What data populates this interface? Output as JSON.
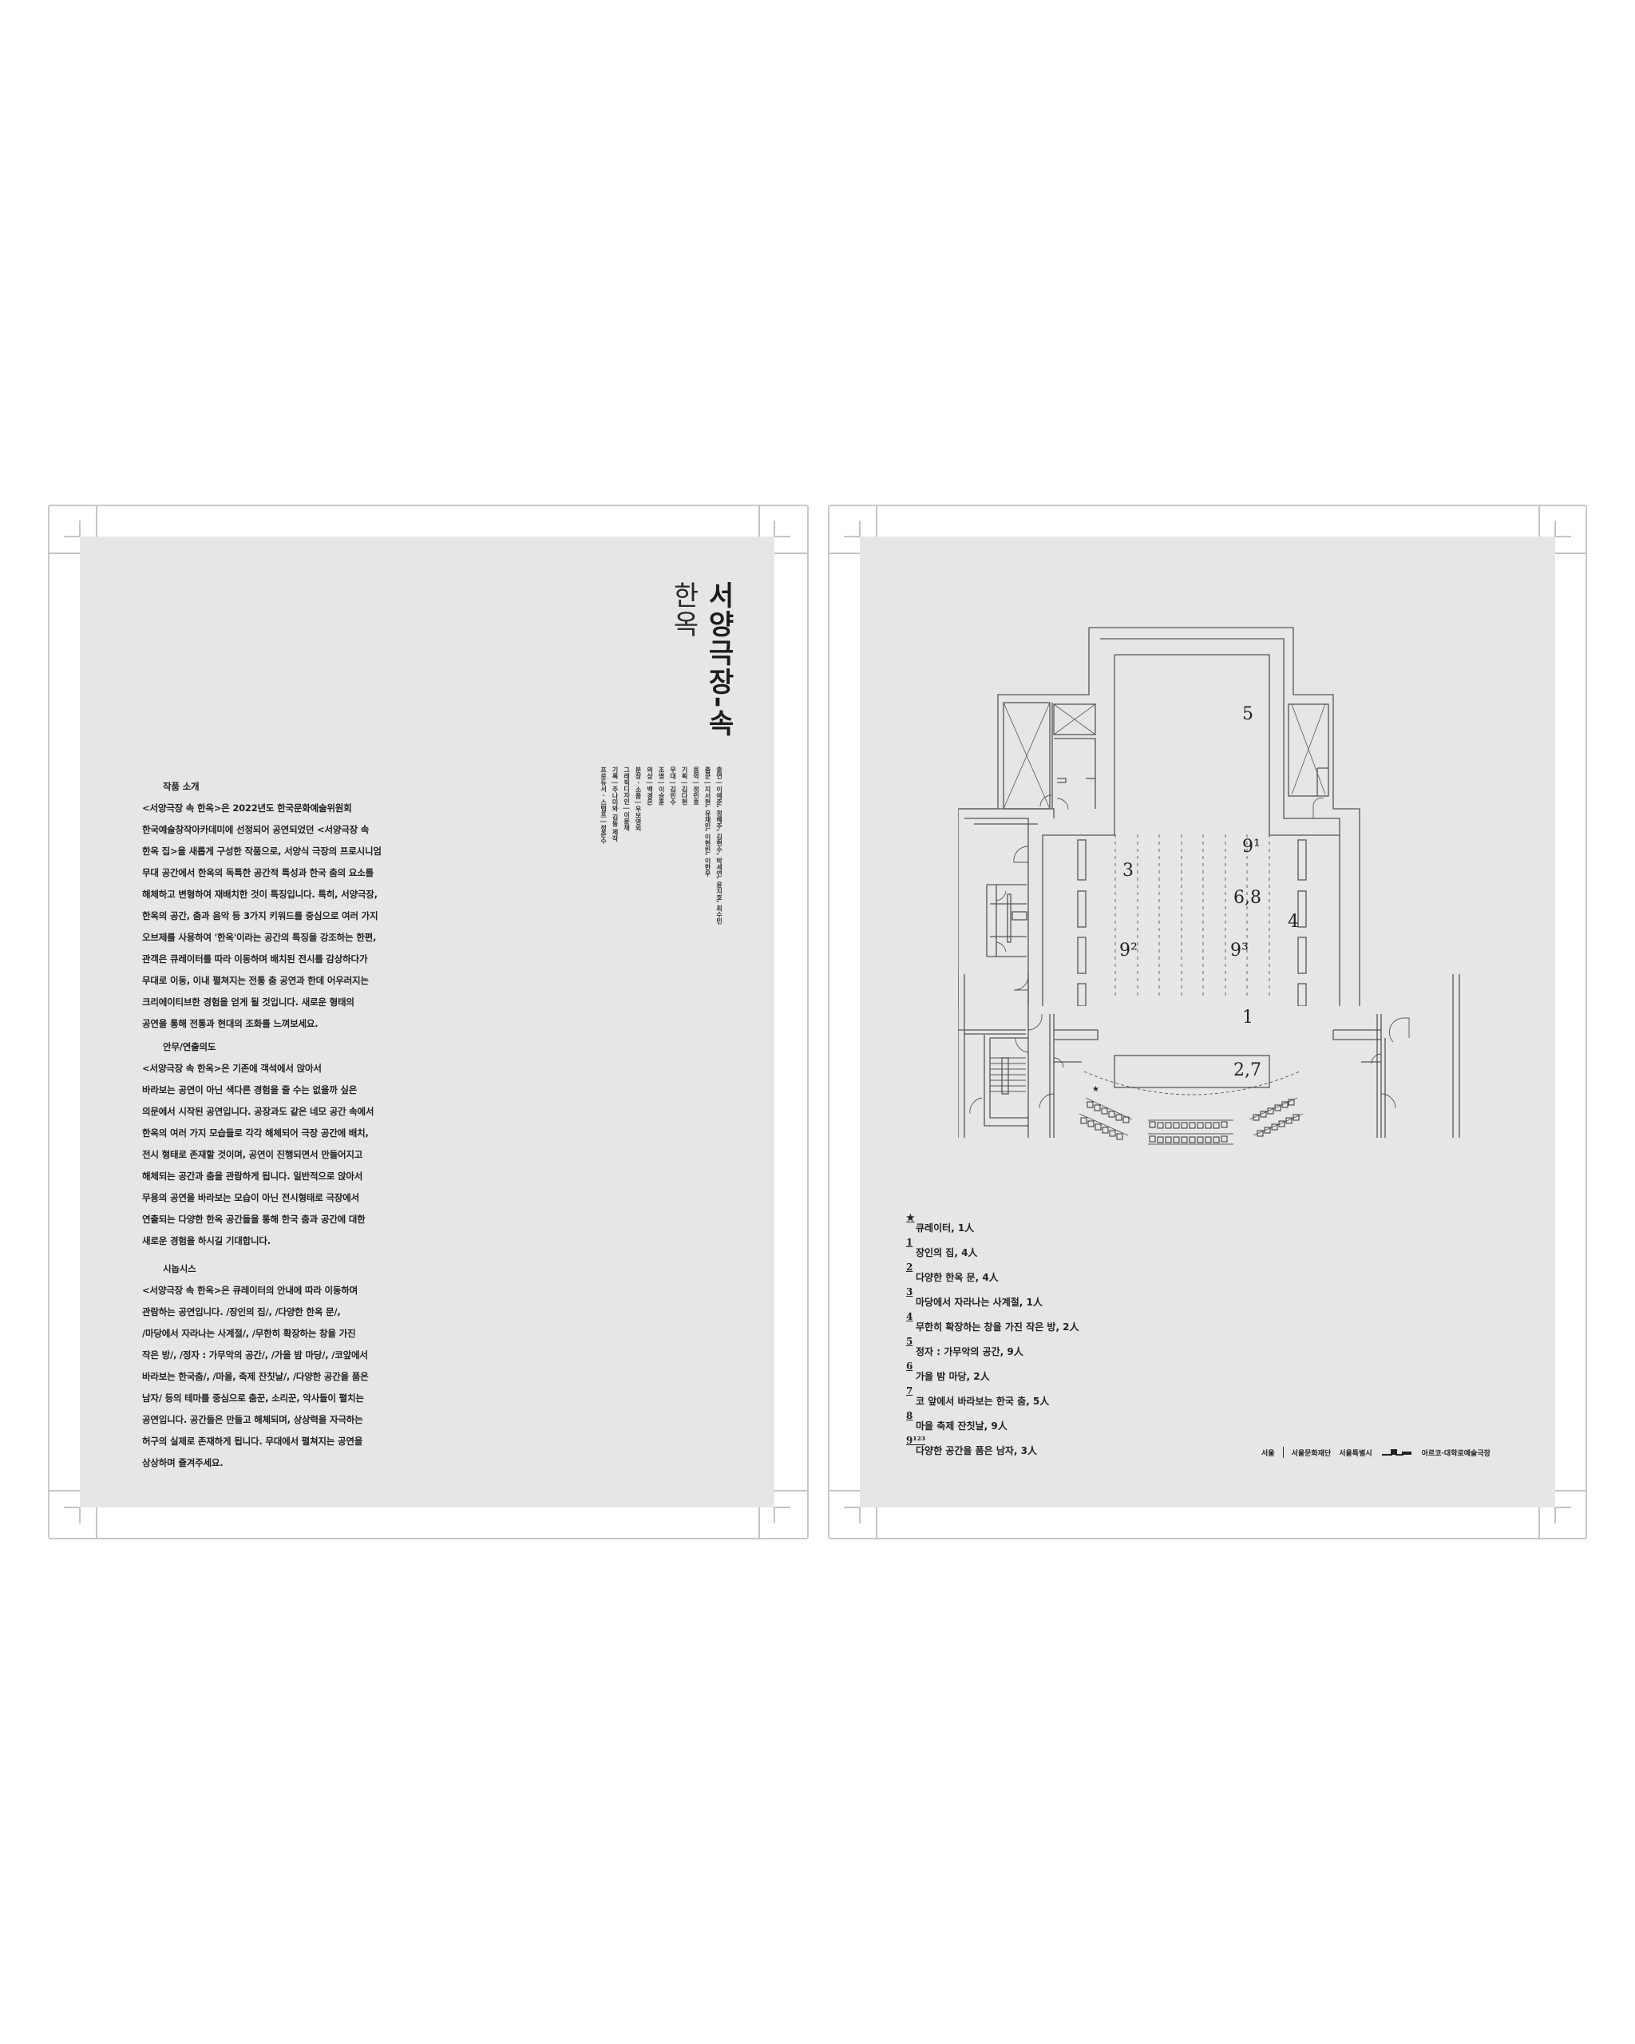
{
  "left_page": {
    "title": "서양극장-속",
    "subtitle": "한옥",
    "credits": [
      "출연 | 이예준, 정혜주, 김현수, 박세연, 윤지호, 최수민",
      "춤꾼 | 지서현, 유채민, 이현빈, 이한우",
      "음악 | 정민호",
      "기획 | 김다현",
      "무대 | 김민수",
      "조명 | 이승훈",
      "의상 | 백경은",
      "분장 · 소품 | 우보영외",
      "그래픽디자인 | 이윤채",
      "기록 | 주나미와 김동 제작",
      "프로듀서 · 스탭프 | 정준수"
    ],
    "sections": [
      {
        "heading": "작품 소개",
        "lines": [
          "<서양극장 속 한옥>은 2022년도 한국문화예술위원회",
          "한국예술창작아카데미에 선정되어 공연되었던 <서양극장 속",
          "한옥 집>을 새롭게 구성한 작품으로, 서양식 극장의 프로시니엄",
          "무대 공간에서 한옥의 독특한 공간적 특성과 한국 춤의 요소를",
          "해체하고 변형하여 재배치한 것이 특징입니다. 특히, 서양극장,",
          "한옥의 공간, 춤과 음악 등 3가지 키워드를 중심으로 여러 가지",
          "오브제를 사용하여 '한옥'이라는 공간의 특징을 강조하는 한편,",
          "관객은 큐레이터를 따라 이동하며 배치된 전시를 감상하다가",
          "무대로 이동, 이내 펼쳐지는 전통 춤 공연과 한데 어우러지는",
          "크리에이티브한 경험을 얻게 될 것입니다. 새로운 형태의",
          "공연을 통해 전통과 현대의 조화를 느껴보세요."
        ]
      },
      {
        "heading": "안무/연출의도",
        "lines": [
          "<서양극장 속 한옥>은 기존에 객석에서 앉아서",
          "바라보는 공연이 아닌 색다른 경험을 줄 수는 없을까 싶은",
          "의문에서 시작된 공연입니다. 공장과도 같은 네모 공간 속에서",
          "한옥의 여러 가지 모습들로 각각 해체되어 극장 공간에 배치,",
          "전시 형태로 존재할 것이며, 공연이 진행되면서 만들어지고",
          "해체되는 공간과 춤을 관람하게 됩니다. 일반적으로 앉아서",
          "무용의 공연을 바라보는 모습이 아닌 전시형태로 극장에서",
          "연출되는 다양한 한옥 공간들을 통해 한국 춤과 공간에 대한",
          "새로운 경험을 하시길 기대합니다."
        ]
      },
      {
        "heading": "시놉시스",
        "lines": [
          "<서양극장 속 한옥>은 큐레이터의 안내에 따라 이동하며",
          "관람하는 공연입니다. /장인의 집/, /다양한 한옥 문/,",
          "/마당에서 자라나는 사계절/, /무한히 확장하는 창을 가진",
          "작은 방/, /정자 : 가무악의 공간/, /가을 밤 마당/, /코앞에서",
          "바라보는 한국춤/, /마을, 축제 잔칫날/, /다양한 공간을 품은",
          "남자/ 등의 테마를 중심으로 춤꾼, 소리꾼, 악사들이 펼치는",
          "공연입니다. 공간들은 만들고 해체되며, 상상력을 자극하는",
          "허구의 실제로 존재하게 됩니다. 무대에서 펼쳐지는 공연을",
          "상상하며 즐겨주세요."
        ]
      }
    ]
  },
  "right_page": {
    "floor_plan": {
      "labels": [
        {
          "id": "5",
          "text": "5"
        },
        {
          "id": "9a",
          "text": "9¹"
        },
        {
          "id": "3",
          "text": "3"
        },
        {
          "id": "68",
          "text": "6,8"
        },
        {
          "id": "4",
          "text": "4"
        },
        {
          "id": "9b",
          "text": "9²"
        },
        {
          "id": "9c",
          "text": "9³"
        },
        {
          "id": "1",
          "text": "1"
        },
        {
          "id": "27",
          "text": "2,7"
        },
        {
          "id": "star",
          "text": "★"
        }
      ]
    },
    "legend": [
      {
        "num": "★",
        "text": "큐레이터, 1人"
      },
      {
        "num": "1",
        "text": "장인의 집, 4人"
      },
      {
        "num": "2",
        "text": "다양한 한옥 문, 4人"
      },
      {
        "num": "3",
        "text": "마당에서 자라나는 사계절, 1人"
      },
      {
        "num": "4",
        "text": "무한히 확장하는 창을 가진 작은 방, 2人"
      },
      {
        "num": "5",
        "text": "정자 : 가무악의 공간, 9人"
      },
      {
        "num": "6",
        "text": "가을 밤 마당, 2人"
      },
      {
        "num": "7",
        "text": "코 앞에서 바라보는 한국 춤, 5人"
      },
      {
        "num": "8",
        "text": "마을 축제 잔칫날, 9人"
      },
      {
        "num": "9¹²³",
        "text": "다양한 공간을 품은 남자, 3人"
      }
    ],
    "logos": {
      "l1": "서울",
      "l2": "서울문화재단",
      "l3": "서울특별시",
      "l4": "아르코·대학로예술극장"
    }
  }
}
